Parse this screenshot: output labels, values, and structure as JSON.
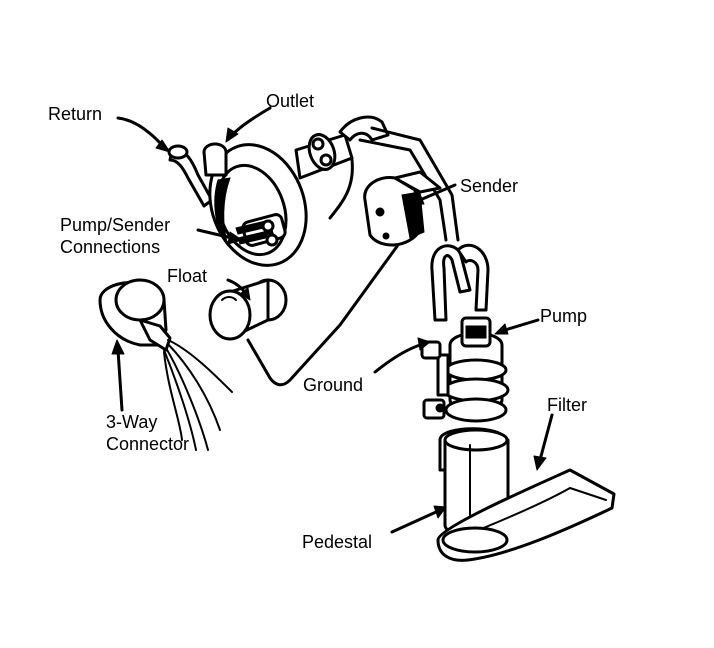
{
  "labels": {
    "return": "Return",
    "outlet": "Outlet",
    "sender": "Sender",
    "pump_sender_line1": "Pump/Sender",
    "pump_sender_line2": "Connections",
    "float": "Float",
    "pump": "Pump",
    "ground": "Ground",
    "filter": "Filter",
    "connector_line1": "3-Way",
    "connector_line2": "Connector",
    "pedestal": "Pedestal"
  }
}
